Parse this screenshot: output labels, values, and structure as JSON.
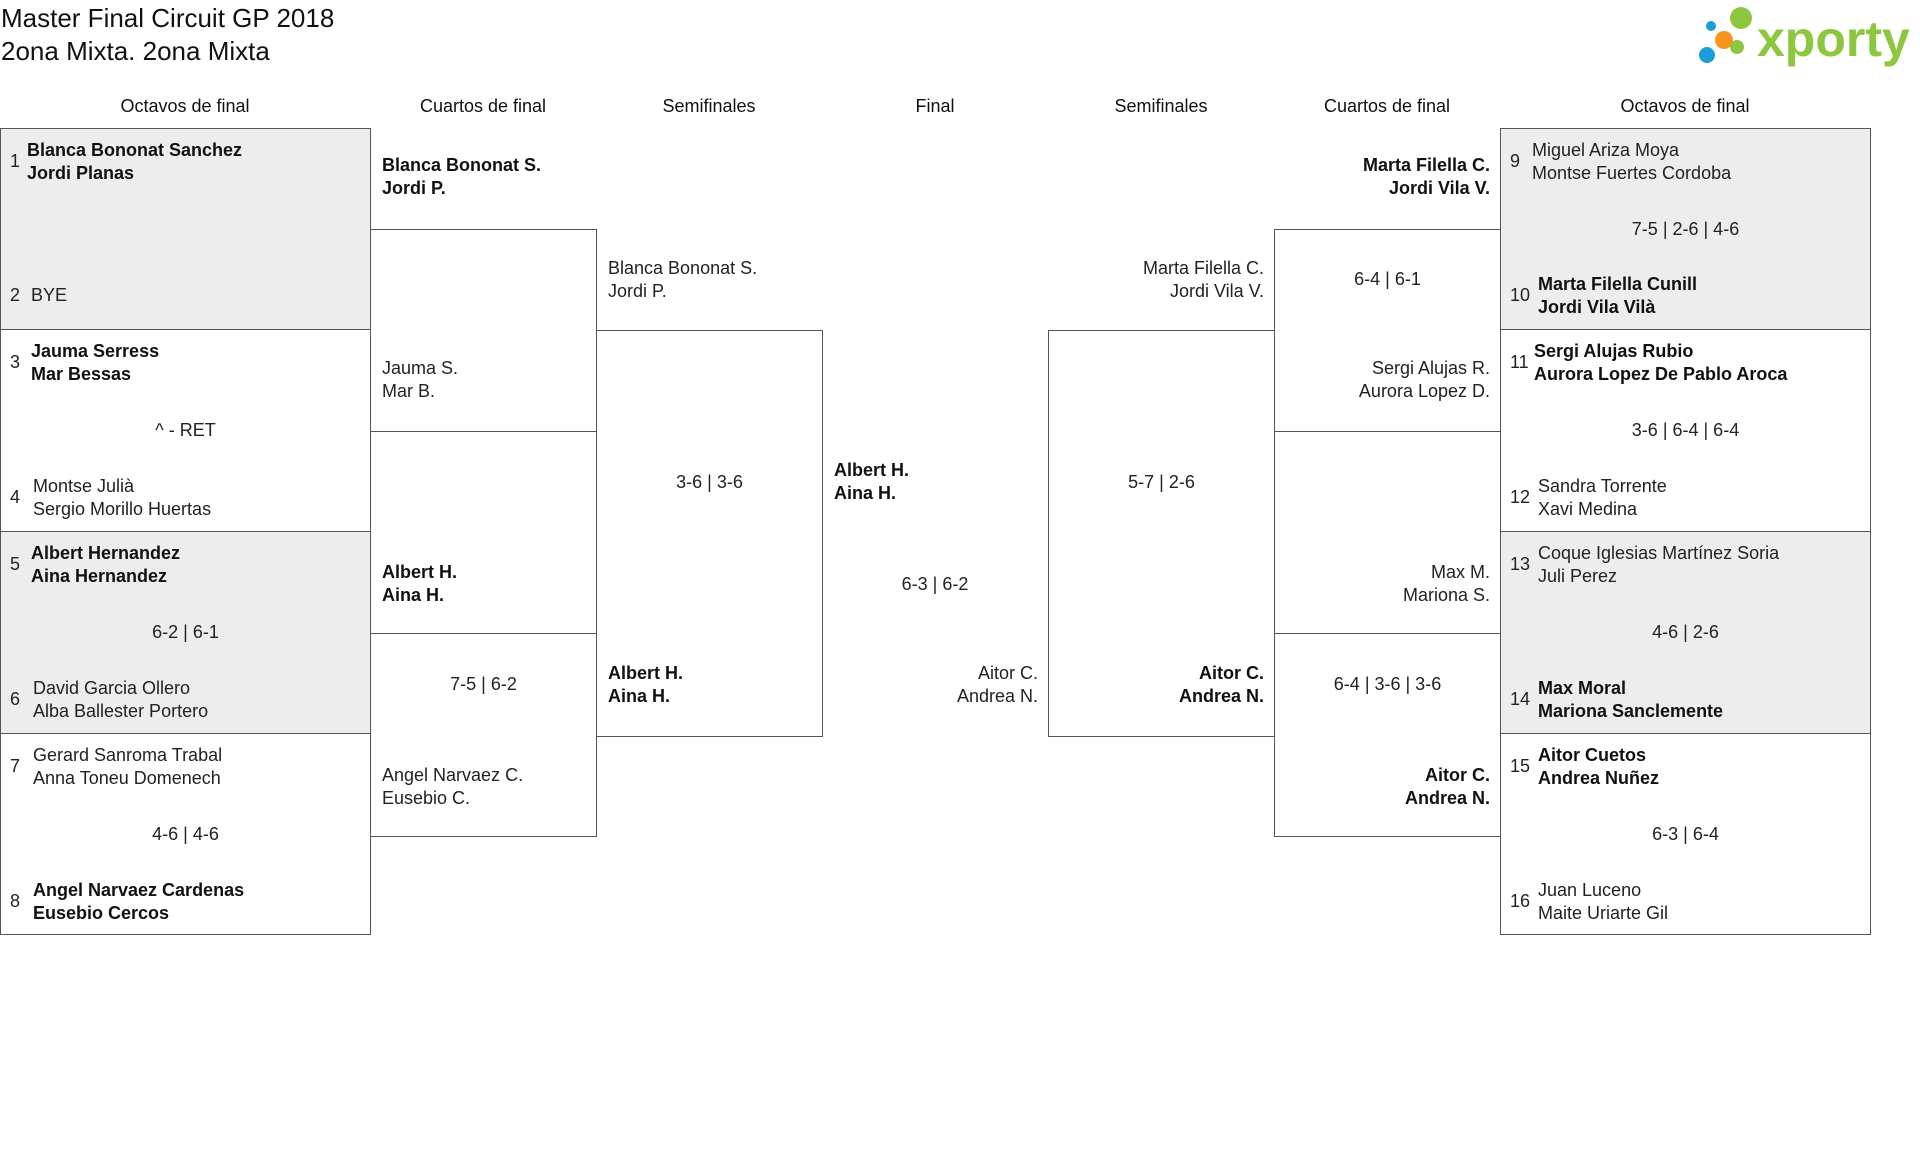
{
  "title": {
    "line1": "Master Final Circuit GP 2018",
    "line2": "2ona Mixta. 2ona Mixta"
  },
  "logo": {
    "text": "xporty",
    "dot_colors": [
      "#8dc63f",
      "#f7941d",
      "#1b9dd9",
      "#8dc63f"
    ],
    "text_color": "#8dc63f"
  },
  "colors": {
    "shade": "#ededed",
    "border": "#555555"
  },
  "headers": [
    "Octavos de final",
    "Cuartos de final",
    "Semifinales",
    "Final",
    "Semifinales",
    "Cuartos de final",
    "Octavos de final"
  ],
  "left": {
    "r16": [
      {
        "top": {
          "seed": "1",
          "p1": "Blanca Bononat Sanchez",
          "p2": "Jordi Planas",
          "winner": true
        },
        "bottom": {
          "seed": "2",
          "p1": "BYE",
          "p2": "",
          "winner": false
        },
        "score": ""
      },
      {
        "top": {
          "seed": "3",
          "p1": "Jauma Serress",
          "p2": "Mar Bessas",
          "winner": true
        },
        "bottom": {
          "seed": "4",
          "p1": "Montse Julià",
          "p2": "Sergio Morillo Huertas",
          "winner": false
        },
        "score": "^ - RET"
      },
      {
        "top": {
          "seed": "5",
          "p1": "Albert Hernandez",
          "p2": "Aina Hernandez",
          "winner": true
        },
        "bottom": {
          "seed": "6",
          "p1": "David Garcia Ollero",
          "p2": "Alba Ballester Portero",
          "winner": false
        },
        "score": "6-2 | 6-1"
      },
      {
        "top": {
          "seed": "7",
          "p1": "Gerard Sanroma Trabal",
          "p2": "Anna Toneu Domenech",
          "winner": false
        },
        "bottom": {
          "seed": "8",
          "p1": "Angel Narvaez Cardenas",
          "p2": "Eusebio Cercos",
          "winner": true
        },
        "score": "4-6 | 4-6"
      }
    ],
    "qf": [
      {
        "top": {
          "p1": "Blanca Bononat S.",
          "p2": "Jordi P.",
          "winner": true
        },
        "bottom": {
          "p1": "Jauma S.",
          "p2": "Mar B.",
          "winner": false
        },
        "score": ""
      },
      {
        "top": {
          "p1": "Albert H.",
          "p2": "Aina H.",
          "winner": true
        },
        "bottom": {
          "p1": "Angel Narvaez C.",
          "p2": "Eusebio C.",
          "winner": false
        },
        "score": "7-5 | 6-2"
      }
    ],
    "sf": {
      "top": {
        "p1": "Blanca Bononat S.",
        "p2": "Jordi P.",
        "winner": false
      },
      "bottom": {
        "p1": "Albert H.",
        "p2": "Aina H.",
        "winner": true
      },
      "score": "3-6 | 3-6"
    }
  },
  "final": {
    "top": {
      "p1": "Albert H.",
      "p2": "Aina H.",
      "winner": true
    },
    "bottom": {
      "p1": "Aitor C.",
      "p2": "Andrea N.",
      "winner": false
    },
    "score": "6-3 | 6-2"
  },
  "right": {
    "r16": [
      {
        "top": {
          "seed": "9",
          "p1": "Miguel Ariza Moya",
          "p2": "Montse Fuertes Cordoba",
          "winner": false
        },
        "bottom": {
          "seed": "10",
          "p1": "Marta Filella Cunill",
          "p2": "Jordi Vila Vilà",
          "winner": true
        },
        "score": "7-5 | 2-6 | 4-6"
      },
      {
        "top": {
          "seed": "11",
          "p1": "Sergi Alujas Rubio",
          "p2": "Aurora Lopez De Pablo Aroca",
          "winner": true
        },
        "bottom": {
          "seed": "12",
          "p1": "Sandra Torrente",
          "p2": "Xavi Medina",
          "winner": false
        },
        "score": "3-6 | 6-4 | 6-4"
      },
      {
        "top": {
          "seed": "13",
          "p1": "Coque Iglesias Martínez Soria",
          "p2": "Juli Perez",
          "winner": false
        },
        "bottom": {
          "seed": "14",
          "p1": "Max Moral",
          "p2": "Mariona Sanclemente",
          "winner": true
        },
        "score": "4-6 | 2-6"
      },
      {
        "top": {
          "seed": "15",
          "p1": "Aitor Cuetos",
          "p2": "Andrea Nuñez",
          "winner": true
        },
        "bottom": {
          "seed": "16",
          "p1": "Juan Luceno",
          "p2": "Maite Uriarte Gil",
          "winner": false
        },
        "score": "6-3 | 6-4"
      }
    ],
    "qf": [
      {
        "top": {
          "p1": "Marta Filella C.",
          "p2": "Jordi Vila V.",
          "winner": true
        },
        "bottom": {
          "p1": "Sergi Alujas R.",
          "p2": "Aurora Lopez D.",
          "winner": false
        },
        "score": "6-4 | 6-1"
      },
      {
        "top": {
          "p1": "Max M.",
          "p2": "Mariona S.",
          "winner": false
        },
        "bottom": {
          "p1": "Aitor C.",
          "p2": "Andrea N.",
          "winner": true
        },
        "score": "6-4 | 3-6 | 3-6"
      }
    ],
    "sf": {
      "top": {
        "p1": "Marta Filella C.",
        "p2": "Jordi Vila V.",
        "winner": false
      },
      "bottom": {
        "p1": "Aitor C.",
        "p2": "Andrea N.",
        "winner": true
      },
      "score": "5-7 | 2-6"
    }
  }
}
